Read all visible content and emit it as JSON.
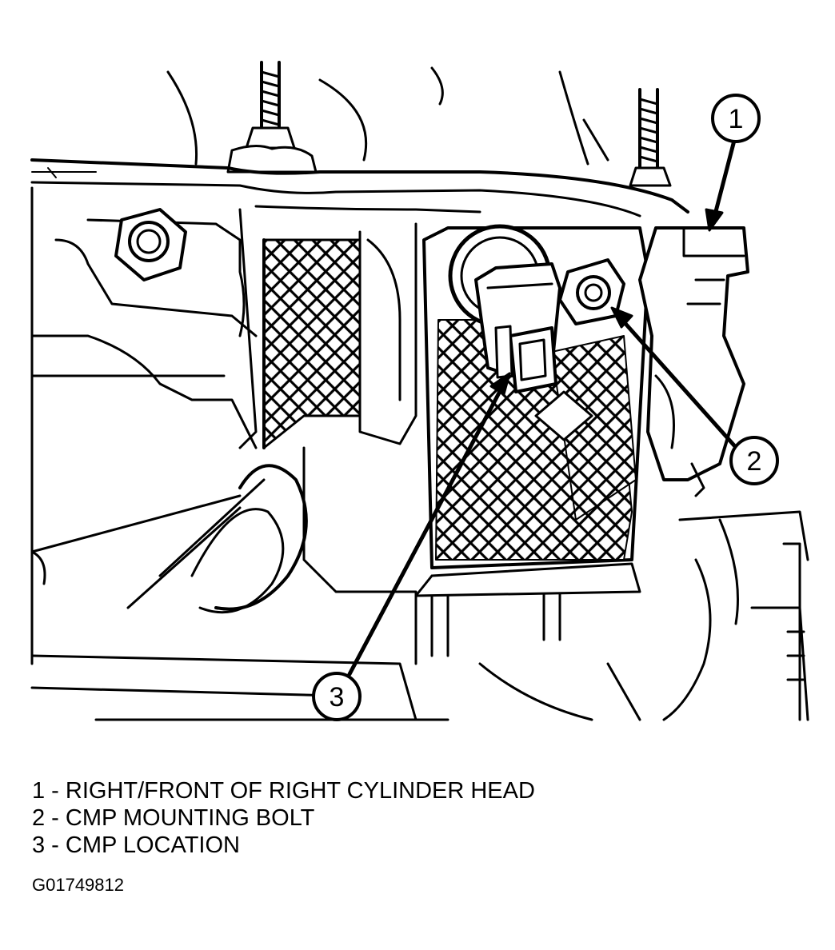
{
  "callouts": [
    {
      "number": "1"
    },
    {
      "number": "2"
    },
    {
      "number": "3"
    }
  ],
  "legend": [
    {
      "text": "1 - RIGHT/FRONT OF RIGHT CYLINDER HEAD"
    },
    {
      "text": "2 - CMP MOUNTING BOLT"
    },
    {
      "text": "3 - CMP LOCATION"
    }
  ],
  "figure_id": "G01749812",
  "colors": {
    "ink": "#000000",
    "paper": "#ffffff"
  }
}
